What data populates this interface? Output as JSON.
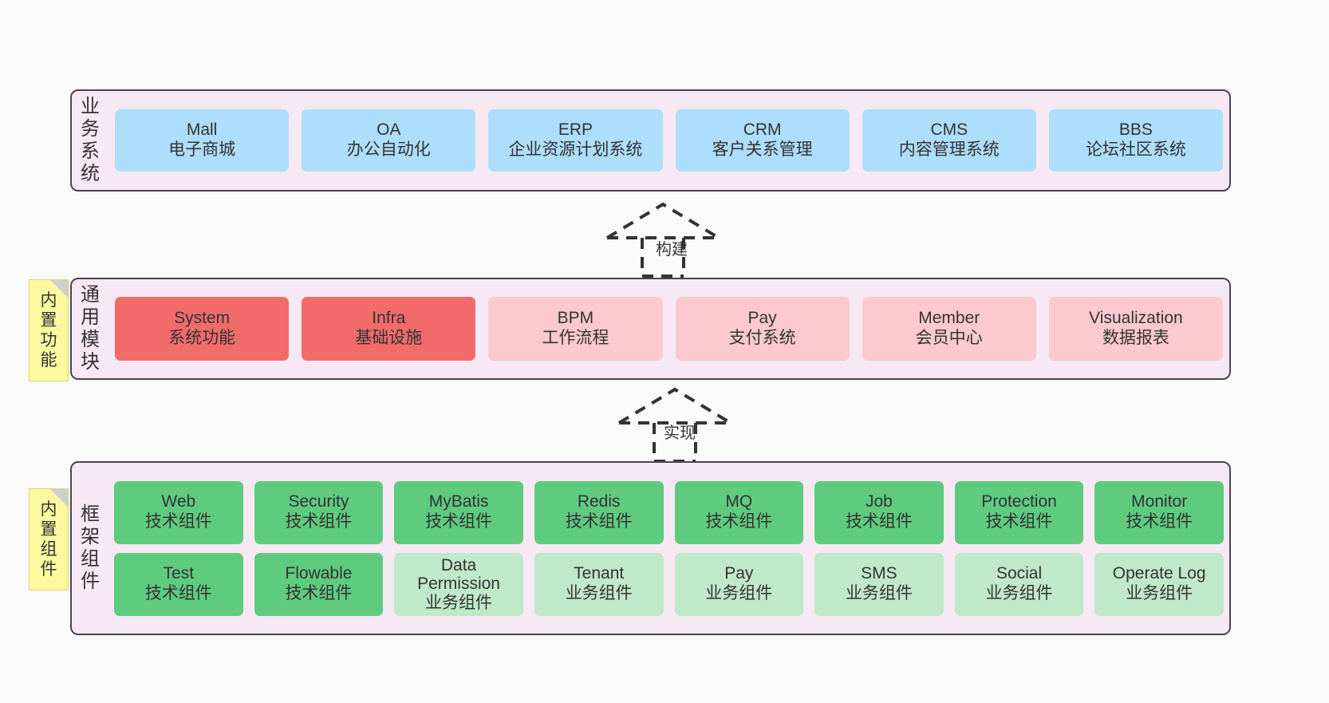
{
  "diagram": {
    "title": "ruoyi-vue-pro architecture layers",
    "colors": {
      "canvas_background": "#fafafa",
      "layer_background": "#f7e9f3",
      "layer_border": "#4d4352",
      "business_card": "#addefc",
      "module_strong": "#f26b6b",
      "module_soft": "#fbc9cf",
      "component_tech": "#5fcb7f",
      "component_biz": "#bfe9c9",
      "note_background": "#fbf8a0",
      "note_fold": "#cfcfcf",
      "text": "#333333"
    }
  },
  "layers": {
    "business": {
      "label_chars": [
        "业",
        "务",
        "系",
        "统"
      ],
      "cards": [
        {
          "name": "Mall",
          "desc": "电子商城"
        },
        {
          "name": "OA",
          "desc": "办公自动化"
        },
        {
          "name": "ERP",
          "desc": "企业资源计划系统"
        },
        {
          "name": "CRM",
          "desc": "客户关系管理"
        },
        {
          "name": "CMS",
          "desc": "内容管理系统"
        },
        {
          "name": "BBS",
          "desc": "论坛社区系统"
        }
      ]
    },
    "modules": {
      "label_chars": [
        "通",
        "用",
        "模",
        "块"
      ],
      "cards": [
        {
          "name": "System",
          "desc": "系统功能",
          "tone": "strong"
        },
        {
          "name": "Infra",
          "desc": "基础设施",
          "tone": "strong"
        },
        {
          "name": "BPM",
          "desc": "工作流程",
          "tone": "soft"
        },
        {
          "name": "Pay",
          "desc": "支付系统",
          "tone": "soft"
        },
        {
          "name": "Member",
          "desc": "会员中心",
          "tone": "soft"
        },
        {
          "name": "Visualization",
          "desc": "数据报表",
          "tone": "soft"
        }
      ]
    },
    "framework": {
      "label_chars": [
        "框",
        "架",
        "组",
        "件"
      ],
      "row1": [
        {
          "name": "Web",
          "desc": "技术组件",
          "tone": "tech"
        },
        {
          "name": "Security",
          "desc": "技术组件",
          "tone": "tech"
        },
        {
          "name": "MyBatis",
          "desc": "技术组件",
          "tone": "tech"
        },
        {
          "name": "Redis",
          "desc": "技术组件",
          "tone": "tech"
        },
        {
          "name": "MQ",
          "desc": "技术组件",
          "tone": "tech"
        },
        {
          "name": "Job",
          "desc": "技术组件",
          "tone": "tech"
        },
        {
          "name": "Protection",
          "desc": "技术组件",
          "tone": "tech"
        },
        {
          "name": "Monitor",
          "desc": "技术组件",
          "tone": "tech"
        }
      ],
      "row2": [
        {
          "name": "Test",
          "desc": "技术组件",
          "tone": "tech"
        },
        {
          "name": "Flowable",
          "desc": "技术组件",
          "tone": "tech"
        },
        {
          "name": "Data Permission",
          "desc": "业务组件",
          "tone": "biz"
        },
        {
          "name": "Tenant",
          "desc": "业务组件",
          "tone": "biz"
        },
        {
          "name": "Pay",
          "desc": "业务组件",
          "tone": "biz"
        },
        {
          "name": "SMS",
          "desc": "业务组件",
          "tone": "biz"
        },
        {
          "name": "Social",
          "desc": "业务组件",
          "tone": "biz"
        },
        {
          "name": "Operate Log",
          "desc": "业务组件",
          "tone": "biz"
        }
      ]
    }
  },
  "notes": {
    "builtin_function": {
      "chars": [
        "内",
        "置",
        "功",
        "能"
      ]
    },
    "builtin_component": {
      "chars": [
        "内",
        "置",
        "组",
        "件"
      ]
    }
  },
  "connectors": [
    {
      "id": "build",
      "label": "构建",
      "from": "通用模块",
      "to": "业务系统",
      "style": "dashed-generalization"
    },
    {
      "id": "impl",
      "label": "实现",
      "from": "框架组件",
      "to": "通用模块",
      "style": "dashed-generalization"
    }
  ]
}
